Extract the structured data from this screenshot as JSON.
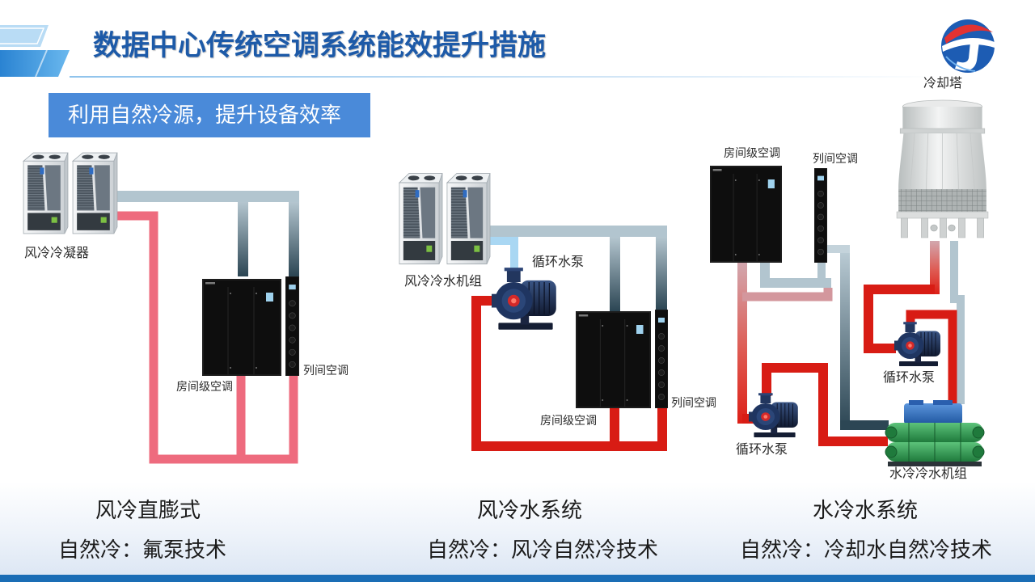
{
  "slide": {
    "title": "数据中心传统空调系统能效提升措施",
    "subtitle": "利用自然冷源，提升设备效率"
  },
  "colors": {
    "title": "#1d5aa8",
    "subtitle_bg": "#4a8ad9",
    "bottom_bar": "#1a6db5",
    "hot_water_pipe": "#d81c14",
    "refrigerant_pipe": "#ee6b7e",
    "chilled_supply_pipe": "#a9d7f3",
    "return_pipe": "#b2c5cf"
  },
  "systems": [
    {
      "name": "风冷直膨式",
      "natural_cooling": "自然冷：氟泵技术",
      "labels": {
        "condenser": "风冷冷凝器",
        "room_ac": "房间级空调",
        "row_ac": "列间空调"
      }
    },
    {
      "name": "风冷水系统",
      "natural_cooling": "自然冷：风冷自然冷技术",
      "labels": {
        "chiller": "风冷冷水机组",
        "pump": "循环水泵",
        "room_ac": "房间级空调",
        "row_ac": "列间空调"
      }
    },
    {
      "name": "水冷水系统",
      "natural_cooling": "自然冷：冷却水自然冷技术",
      "labels": {
        "cooling_tower": "冷却塔",
        "room_ac": "房间级空调",
        "row_ac": "列间空调",
        "pump_tower": "循环水泵",
        "pump_chiller": "循环水泵",
        "chiller": "水冷冷水机组"
      }
    }
  ],
  "icons": {
    "logo": "company-logo-icon",
    "condenser": "air-cooled-condenser-icon",
    "air_chiller": "air-cooled-chiller-icon",
    "room_ac": "room-ac-unit-icon",
    "row_ac": "row-ac-unit-icon",
    "pump": "circulating-pump-icon",
    "cooling_tower": "cooling-tower-icon",
    "water_chiller": "water-cooled-chiller-icon"
  }
}
